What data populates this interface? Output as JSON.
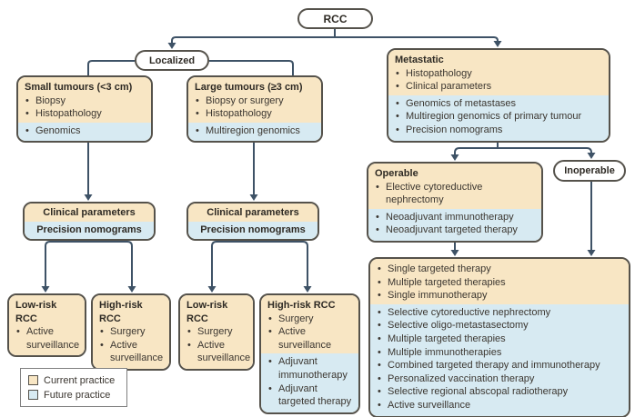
{
  "figure": {
    "subject": "RCC management flowchart"
  },
  "colors": {
    "current_practice_fill": "#F8E6C4",
    "future_practice_fill": "#D7EAF2",
    "box_border": "#55524B",
    "arrow": "#3E5266",
    "text": "#3B3630"
  },
  "nodes": {
    "rcc": {
      "label": "RCC"
    },
    "localized": {
      "label": "Localized"
    },
    "inoperable": {
      "label": "Inoperable"
    },
    "small_tumours": {
      "title": "Small tumours (<3 cm)",
      "current": [
        "Biopsy",
        "Histopathology"
      ],
      "future": [
        "Genomics"
      ]
    },
    "large_tumours": {
      "title": "Large tumours (≥3 cm)",
      "current": [
        "Biopsy or surgery",
        "Histopathology"
      ],
      "future": [
        "Multiregion genomics"
      ]
    },
    "metastatic": {
      "title": "Metastatic",
      "current": [
        "Histopathology",
        "Clinical parameters"
      ],
      "future": [
        "Genomics of metastases",
        "Multiregion genomics of primary tumour",
        "Precision nomograms"
      ]
    },
    "clinical_left": {
      "current_label": "Clinical parameters",
      "future_label": "Precision nomograms"
    },
    "clinical_right": {
      "current_label": "Clinical parameters",
      "future_label": "Precision nomograms"
    },
    "operable": {
      "title": "Operable",
      "current": [
        "Elective cytoreductive nephrectomy"
      ],
      "future": [
        "Neoadjuvant immunotherapy",
        "Neoadjuvant targeted therapy"
      ]
    },
    "low_risk_small": {
      "title": "Low-risk RCC",
      "current": [
        "Active surveillance"
      ]
    },
    "high_risk_small": {
      "title": "High-risk RCC",
      "current": [
        "Surgery",
        "Active surveillance"
      ]
    },
    "low_risk_large": {
      "title": "Low-risk RCC",
      "current": [
        "Surgery",
        "Active surveillance"
      ]
    },
    "high_risk_large": {
      "title": "High-risk RCC",
      "current": [
        "Surgery",
        "Active surveillance"
      ],
      "future": [
        "Adjuvant immunotherapy",
        "Adjuvant targeted therapy"
      ]
    },
    "metastatic_treatment": {
      "current": [
        "Single targeted therapy",
        "Multiple targeted therapies",
        "Single immunotherapy"
      ],
      "future": [
        "Selective cytoreductive nephrectomy",
        "Selective oligo-metastasectomy",
        "Multiple targeted therapies",
        "Multiple immunotherapies",
        "Combined targeted therapy and immunotherapy",
        "Personalized vaccination therapy",
        "Selective regional abscopal radiotherapy",
        "Active surveillance"
      ]
    }
  },
  "legend": {
    "current_label": "Current practice",
    "future_label": "Future practice"
  }
}
